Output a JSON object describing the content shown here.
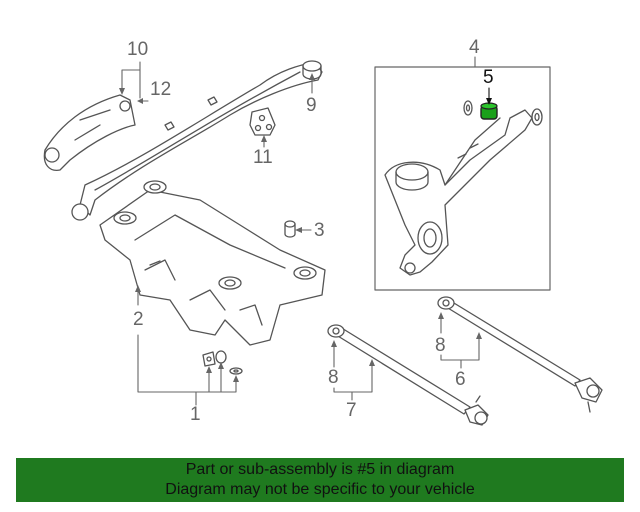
{
  "labels": {
    "l1": "1",
    "l2": "2",
    "l3": "3",
    "l4": "4",
    "l5": "5",
    "l6": "6",
    "l7": "7",
    "l8a": "8",
    "l8b": "8",
    "l9": "9",
    "l10": "10",
    "l11": "11",
    "l12": "12"
  },
  "highlight_color": "#1aa01a",
  "banner": {
    "line1": "Part or sub-assembly is #5 in diagram",
    "line2": "Diagram may not be specific to your vehicle",
    "background": "#1f7a1f"
  }
}
